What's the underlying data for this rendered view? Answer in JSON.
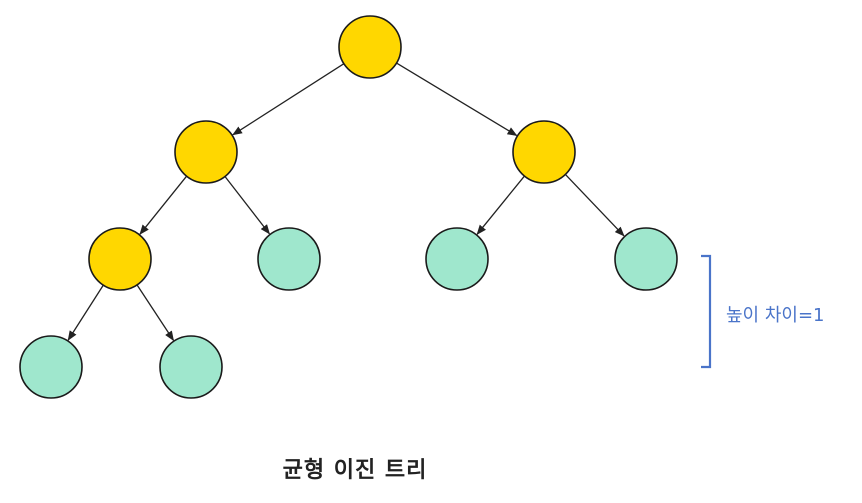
{
  "diagram": {
    "caption": "균형 이진 트리",
    "height_difference_label": "높이 차이=1",
    "colors": {
      "internal_node": "#FFD700",
      "leaf_node": "#9FE7CD",
      "bracket": "#4A74C9"
    },
    "nodes": [
      {
        "id": "root",
        "kind": "internal"
      },
      {
        "id": "l",
        "kind": "internal"
      },
      {
        "id": "r",
        "kind": "internal"
      },
      {
        "id": "ll",
        "kind": "internal"
      },
      {
        "id": "lr",
        "kind": "leaf"
      },
      {
        "id": "rl",
        "kind": "leaf"
      },
      {
        "id": "rr",
        "kind": "leaf"
      },
      {
        "id": "lll",
        "kind": "leaf"
      },
      {
        "id": "llr",
        "kind": "leaf"
      }
    ],
    "edges": [
      {
        "from": "root",
        "to": "l"
      },
      {
        "from": "root",
        "to": "r"
      },
      {
        "from": "l",
        "to": "ll"
      },
      {
        "from": "l",
        "to": "lr"
      },
      {
        "from": "r",
        "to": "rl"
      },
      {
        "from": "r",
        "to": "rr"
      },
      {
        "from": "ll",
        "to": "lll"
      },
      {
        "from": "ll",
        "to": "llr"
      }
    ]
  }
}
